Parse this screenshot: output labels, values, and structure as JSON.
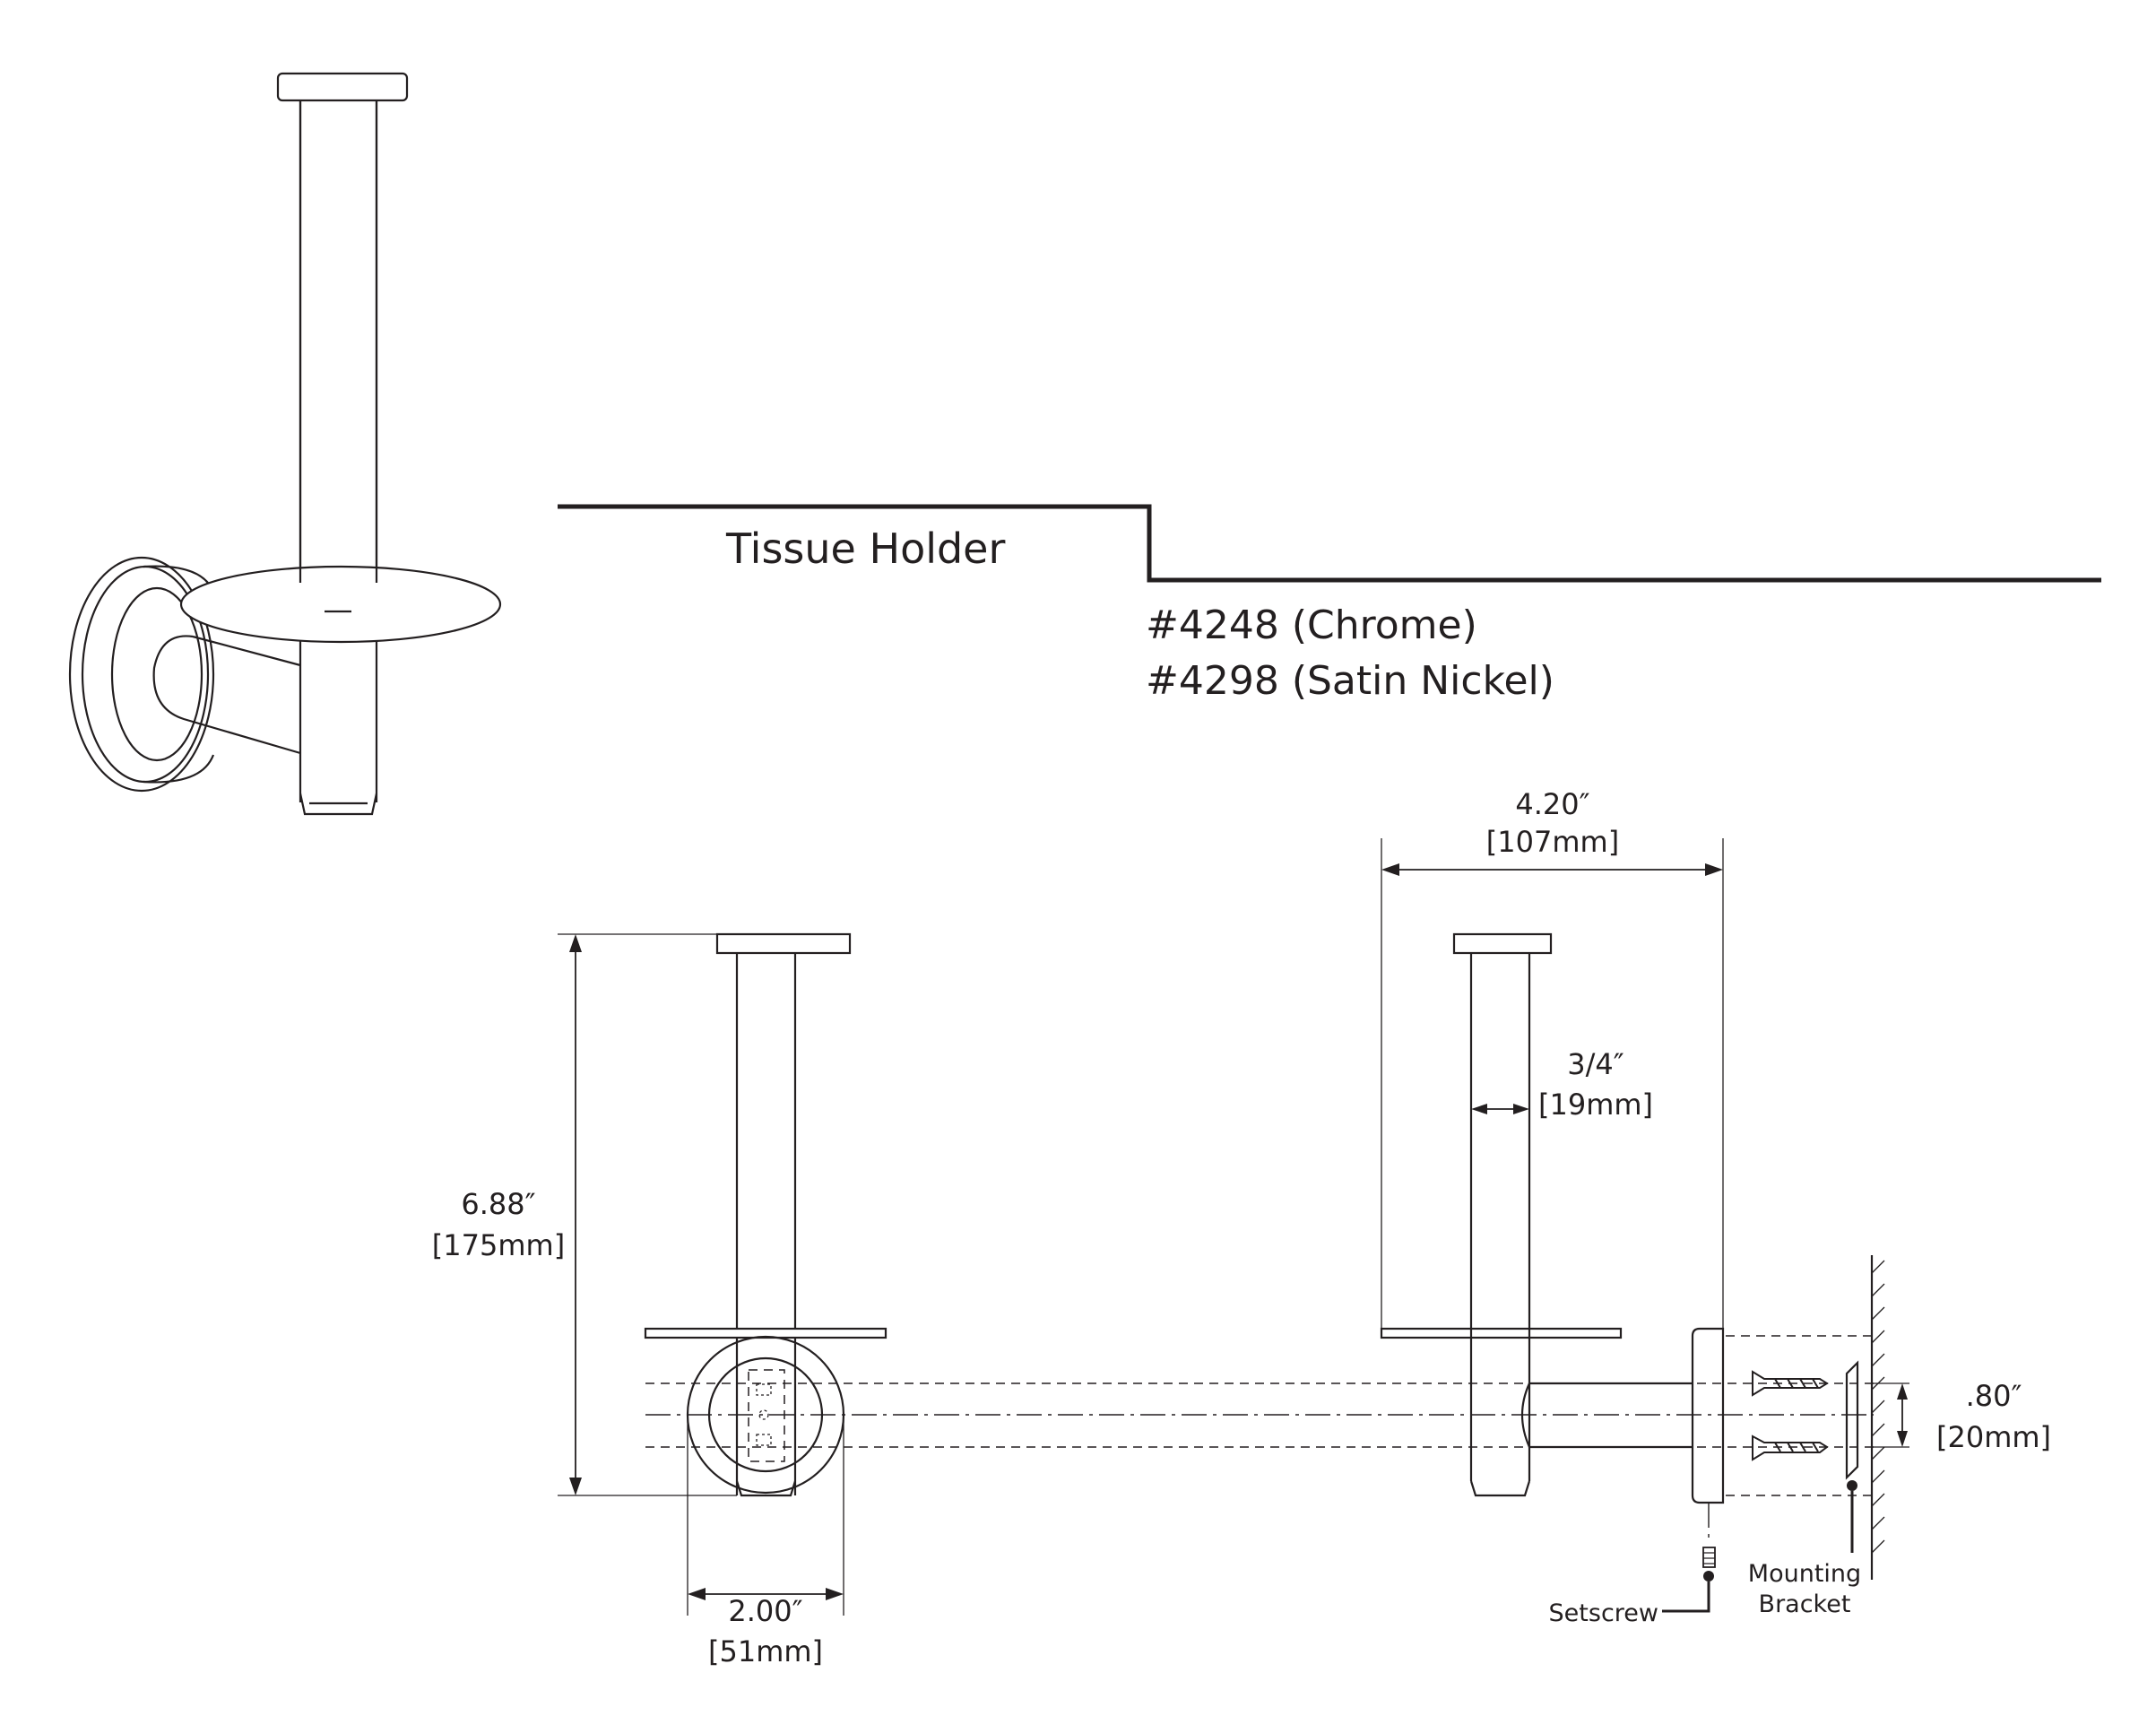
{
  "title": "Tissue Holder",
  "models": [
    "#4248 (Chrome)",
    "#4298 (Satin Nickel)"
  ],
  "dimensions": {
    "height": {
      "imperial": "6.88″",
      "metric": "[175mm]"
    },
    "base_width": {
      "imperial": "2.00″",
      "metric": "[51mm]"
    },
    "projection": {
      "imperial": "4.20″",
      "metric": "[107mm]"
    },
    "rod_diameter": {
      "imperial": "3/4″",
      "metric": "[19mm]"
    },
    "bracket_spacing": {
      "imperial": ".80″",
      "metric": "[20mm]"
    }
  },
  "callouts": {
    "setscrew": "Setscrew",
    "mounting_bracket_line1": "Mounting",
    "mounting_bracket_line2": "Bracket"
  },
  "colors": {
    "ink": "#231f20",
    "background": "#ffffff"
  }
}
